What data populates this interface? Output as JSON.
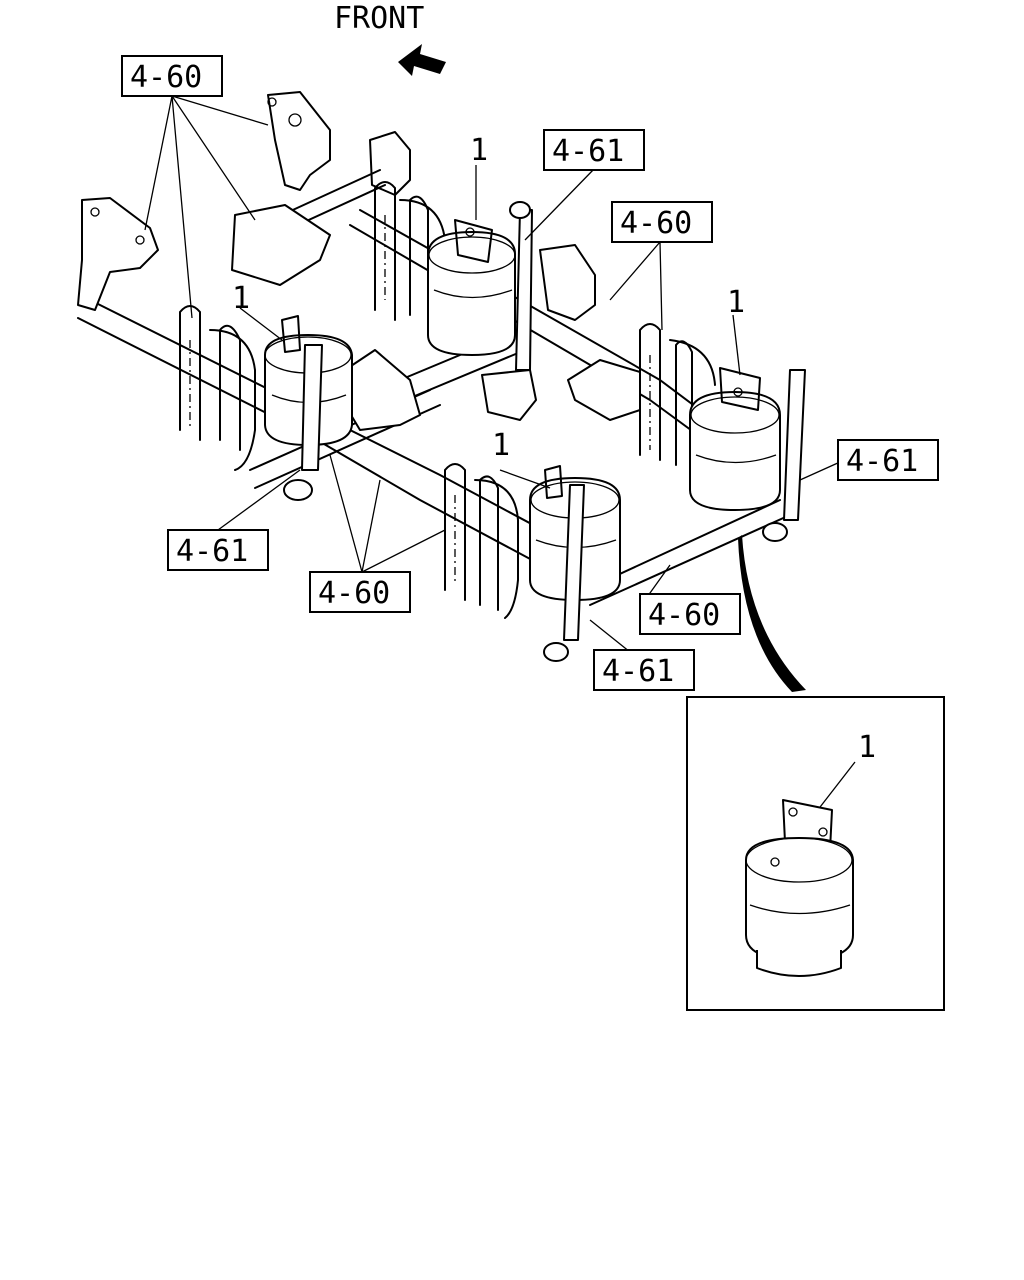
{
  "front_label": "FRONT",
  "part_number": "1",
  "callouts": {
    "ref_4_60": "4-60",
    "ref_4_61": "4-61"
  }
}
